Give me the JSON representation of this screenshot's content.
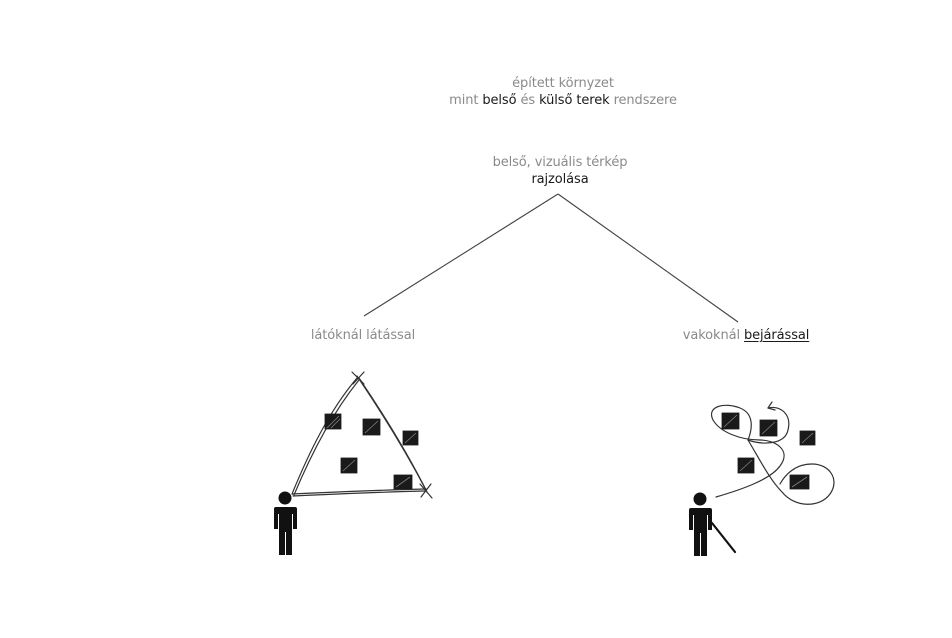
{
  "heading": {
    "line1": "épített környzet",
    "line2_prefix": "mint ",
    "line2_inner": "belső",
    "line2_and": " és ",
    "line2_outer": "külső terek",
    "line2_suffix": " rendszere"
  },
  "subheading": {
    "line1": "belső, vizuális térkép",
    "line2": "rajzolása"
  },
  "branches": {
    "left": {
      "prefix": "látóknál ",
      "method": "látással"
    },
    "right": {
      "prefix": "vakoknál ",
      "method": "bejárással"
    }
  },
  "figures": {
    "left": {
      "icon": "person-icon"
    },
    "right": {
      "icon": "person-with-cane-icon"
    }
  }
}
